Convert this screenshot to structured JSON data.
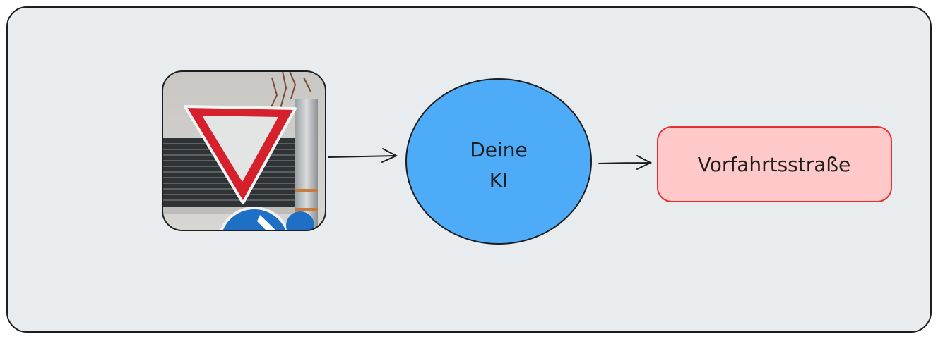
{
  "diagram": {
    "input_image": {
      "description_icon": "yield-sign-photo-icon"
    },
    "model_node": {
      "label_line1": "Deine",
      "label_line2": "KI",
      "fill": "#4dabf7"
    },
    "output_node": {
      "label": "Vorfahrtsstraße",
      "fill": "#ffc9c9",
      "stroke": "#e03131"
    },
    "colors": {
      "frame_fill": "#e9ecef",
      "frame_stroke": "#1e1e1e",
      "arrow": "#1e1e1e"
    }
  }
}
